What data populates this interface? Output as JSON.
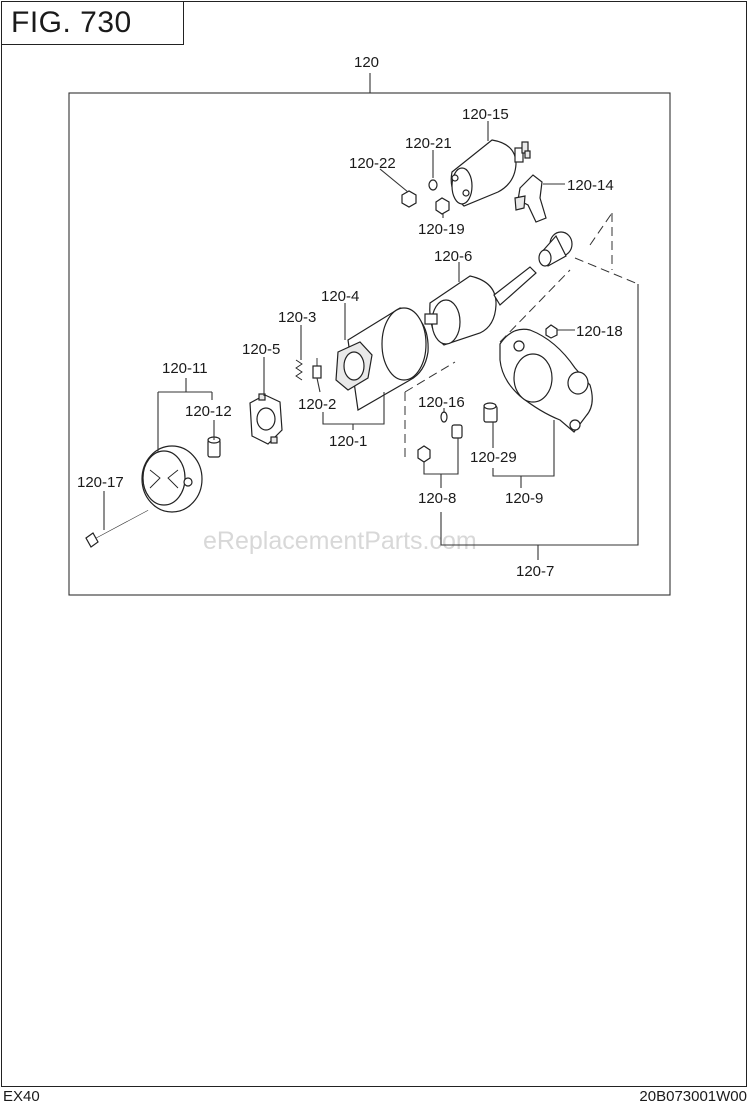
{
  "figure": {
    "title": "FIG. 730"
  },
  "footer": {
    "model": "EX40",
    "code": "20B073001W00"
  },
  "watermark": "eReplacementParts.com",
  "callouts": {
    "c120": "120",
    "c120_1": "120-1",
    "c120_2": "120-2",
    "c120_3": "120-3",
    "c120_4": "120-4",
    "c120_5": "120-5",
    "c120_6": "120-6",
    "c120_7": "120-7",
    "c120_8": "120-8",
    "c120_9": "120-9",
    "c120_11": "120-11",
    "c120_12": "120-12",
    "c120_14": "120-14",
    "c120_15": "120-15",
    "c120_16": "120-16",
    "c120_17": "120-17",
    "c120_18": "120-18",
    "c120_19": "120-19",
    "c120_21": "120-21",
    "c120_22": "120-22",
    "c120_29": "120-29"
  }
}
